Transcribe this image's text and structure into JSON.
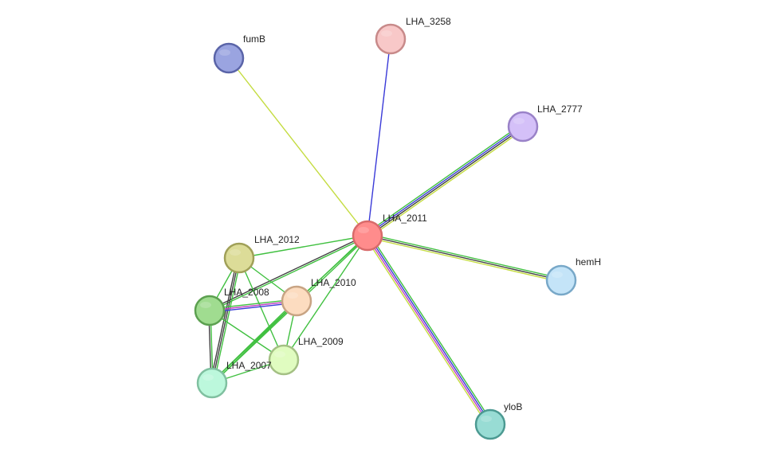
{
  "network": {
    "nodes": [
      {
        "id": "LHA_2011",
        "label": "LHA_2011",
        "fill": "#ff8c8c",
        "stroke": "#d86a6a"
      },
      {
        "id": "LHA_3258",
        "label": "LHA_3258",
        "fill": "#f8c8c8",
        "stroke": "#c88a8a"
      },
      {
        "id": "fumB",
        "label": "fumB",
        "fill": "#9aa4e0",
        "stroke": "#5a64a8"
      },
      {
        "id": "LHA_2777",
        "label": "LHA_2777",
        "fill": "#d4c0f8",
        "stroke": "#9a82c8"
      },
      {
        "id": "hemH",
        "label": "hemH",
        "fill": "#c4e4f8",
        "stroke": "#78a8c8"
      },
      {
        "id": "yloB",
        "label": "yloB",
        "fill": "#98dcd4",
        "stroke": "#4c9a92"
      },
      {
        "id": "LHA_2012",
        "label": "LHA_2012",
        "fill": "#dcdc98",
        "stroke": "#a0a058"
      },
      {
        "id": "LHA_2010",
        "label": "LHA_2010",
        "fill": "#fcdcc0",
        "stroke": "#c8a484"
      },
      {
        "id": "LHA_2008",
        "label": "LHA_2008",
        "fill": "#a0dc90",
        "stroke": "#5ca050"
      },
      {
        "id": "LHA_2009",
        "label": "LHA_2009",
        "fill": "#e0fcc0",
        "stroke": "#a4c084"
      },
      {
        "id": "LHA_2007",
        "label": "LHA_2007",
        "fill": "#bcf8dc",
        "stroke": "#80c0a0"
      }
    ],
    "edges": [
      {
        "source": "LHA_2011",
        "target": "LHA_3258",
        "colors": [
          "#3a3ad8"
        ]
      },
      {
        "source": "LHA_2011",
        "target": "fumB",
        "colors": [
          "#c4dc40"
        ]
      },
      {
        "source": "LHA_2011",
        "target": "LHA_2777",
        "colors": [
          "#40c040",
          "#3a3ad8",
          "#404040",
          "#c4dc40"
        ]
      },
      {
        "source": "LHA_2011",
        "target": "hemH",
        "colors": [
          "#40c040",
          "#404040",
          "#c4dc40"
        ]
      },
      {
        "source": "LHA_2011",
        "target": "yloB",
        "colors": [
          "#40c040",
          "#3a3ad8",
          "#c040c0",
          "#c4dc40"
        ]
      },
      {
        "source": "LHA_2011",
        "target": "LHA_2012",
        "colors": [
          "#40c040"
        ]
      },
      {
        "source": "LHA_2011",
        "target": "LHA_2010",
        "colors": [
          "#40c040"
        ]
      },
      {
        "source": "LHA_2011",
        "target": "LHA_2008",
        "colors": [
          "#40c040",
          "#404040"
        ]
      },
      {
        "source": "LHA_2011",
        "target": "LHA_2009",
        "colors": [
          "#40c040"
        ]
      },
      {
        "source": "LHA_2011",
        "target": "LHA_2007",
        "colors": [
          "#40c040",
          "#40c040"
        ]
      },
      {
        "source": "LHA_2012",
        "target": "LHA_2008",
        "colors": [
          "#40c040"
        ]
      },
      {
        "source": "LHA_2012",
        "target": "LHA_2010",
        "colors": [
          "#40c040"
        ]
      },
      {
        "source": "LHA_2012",
        "target": "LHA_2009",
        "colors": [
          "#40c040"
        ]
      },
      {
        "source": "LHA_2012",
        "target": "LHA_2007",
        "colors": [
          "#40c040",
          "#404040",
          "#404040"
        ]
      },
      {
        "source": "LHA_2008",
        "target": "LHA_2010",
        "colors": [
          "#40c040",
          "#c040c0",
          "#3a3ad8"
        ]
      },
      {
        "source": "LHA_2008",
        "target": "LHA_2009",
        "colors": [
          "#40c040"
        ]
      },
      {
        "source": "LHA_2008",
        "target": "LHA_2007",
        "colors": [
          "#40c040",
          "#404040"
        ]
      },
      {
        "source": "LHA_2010",
        "target": "LHA_2009",
        "colors": [
          "#40c040"
        ]
      },
      {
        "source": "LHA_2010",
        "target": "LHA_2007",
        "colors": [
          "#40c040",
          "#40c040"
        ]
      },
      {
        "source": "LHA_2009",
        "target": "LHA_2007",
        "colors": [
          "#40c040"
        ]
      }
    ]
  }
}
